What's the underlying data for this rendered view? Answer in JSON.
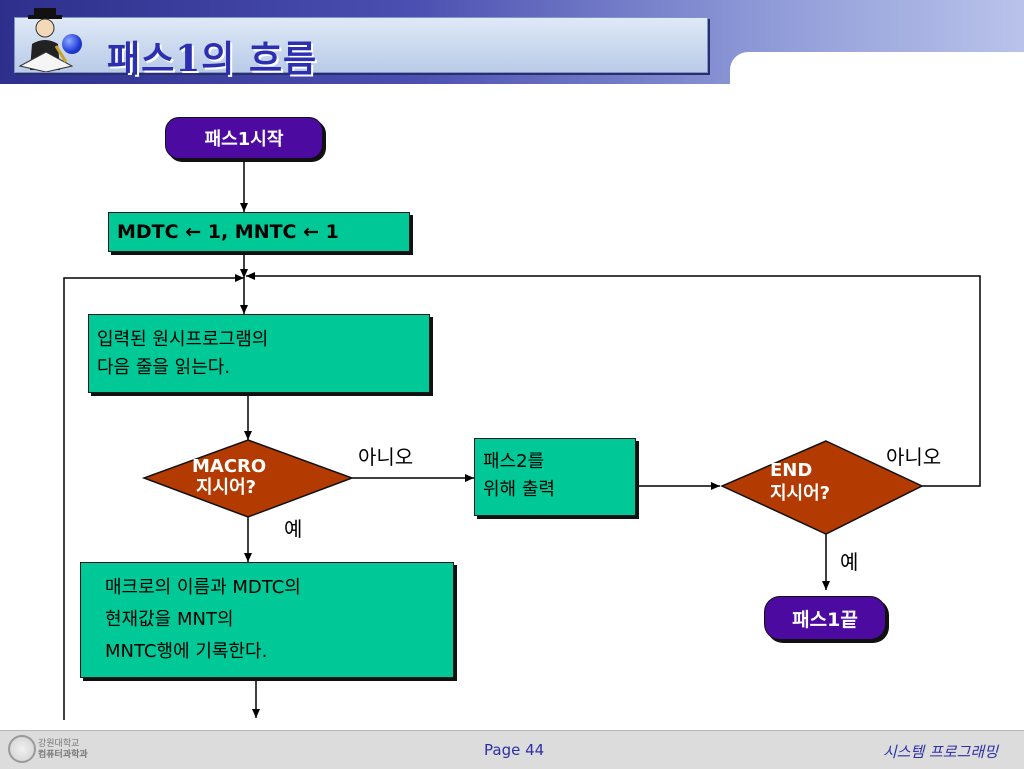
{
  "header": {
    "title": "패스1의 흐름"
  },
  "flow": {
    "start": "패스1시작",
    "init": "MDTC ← 1, MNTC ← 1",
    "read_line1": "입력된 원시프로그램의",
    "read_line2": "다음 줄을 읽는다.",
    "macro_q_line1": "MACRO",
    "macro_q_line2": "지시어?",
    "no_label_1": "아니오",
    "yes_label_1": "예",
    "output_line1": "패스2를",
    "output_line2": "위해 출력",
    "end_q_line1": "END",
    "end_q_line2": "지시어?",
    "no_label_2": "아니오",
    "yes_label_2": "예",
    "record_line1": "매크로의 이름과 MDTC의",
    "record_line2": "현재값을 MNT의",
    "record_line3": "MNTC행에 기록한다.",
    "end": "패스1끝"
  },
  "footer": {
    "university_line1": "강원대학교",
    "university_line2": "컴퓨터과학과",
    "page": "Page 44",
    "course": "시스템 프로그래밍"
  },
  "colors": {
    "box_fill": "#00c896",
    "diamond_fill": "#b33a00",
    "terminal_fill": "#4c0aa0",
    "header_title": "#2c2fb0"
  }
}
